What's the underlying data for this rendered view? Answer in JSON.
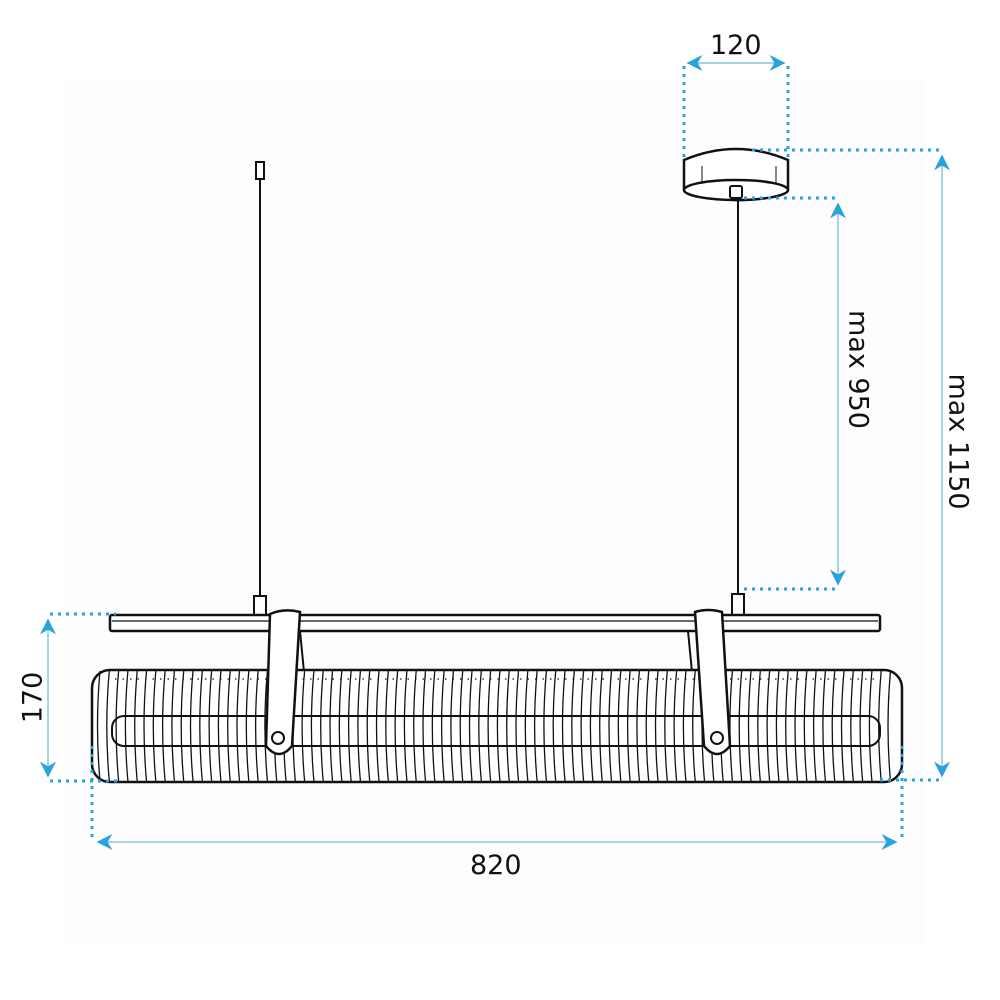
{
  "diagram": {
    "subject": "linear pendant lamp with ribbed cylindrical shade",
    "units": "mm",
    "colors": {
      "line": "#111111",
      "dimension": "#29a3db",
      "dimension_light": "#a9d3e6",
      "background": "#ffffff",
      "panel": "#fdfdfd"
    },
    "dimensions": {
      "canopy_width": "120",
      "cable_length": "max 950",
      "total_height": "max 1150",
      "shade_height": "170",
      "total_length": "820"
    },
    "parts": [
      "ceiling-canopy",
      "cable-anchor",
      "suspension-cable-left",
      "suspension-cable-right",
      "horizontal-bar",
      "strap-left",
      "strap-right",
      "ribbed-shade",
      "inner-light-tube"
    ]
  }
}
